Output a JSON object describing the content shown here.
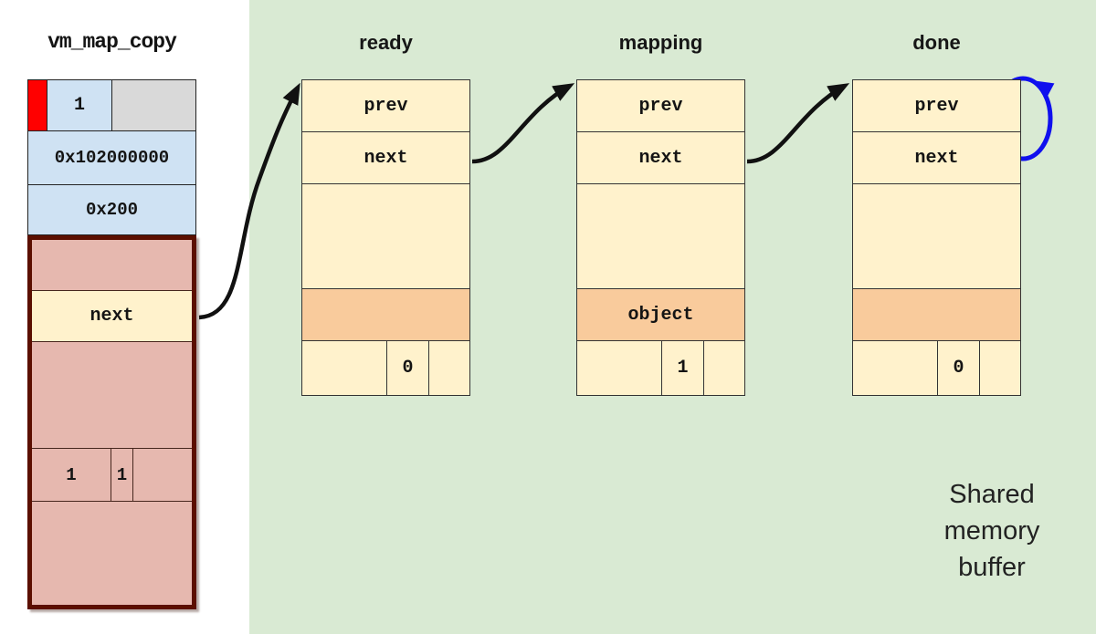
{
  "colors": {
    "panel_green": "#D9EAD3",
    "cell_yellow": "#FFF2CC",
    "cell_orange": "#F9CB9C",
    "cell_blue": "#CFE2F3",
    "cell_gray": "#D9D9D9",
    "cell_pink": "#E6B8AF",
    "flag_red": "#FF0000",
    "dark_border": "#5B0F00",
    "loop_blue": "#1010EE",
    "arrow_black": "#111111"
  },
  "vm_map_copy": {
    "title": "vm_map_copy",
    "type_value": "1",
    "address_value": "0x102000000",
    "size_value": "0x200",
    "next_label": "next",
    "flag_a": "1",
    "flag_b": "1"
  },
  "nodes": [
    {
      "title": "ready",
      "prev_label": "prev",
      "next_label": "next",
      "object_label": "",
      "ref_value": "0"
    },
    {
      "title": "mapping",
      "prev_label": "prev",
      "next_label": "next",
      "object_label": "object",
      "ref_value": "1"
    },
    {
      "title": "done",
      "prev_label": "prev",
      "next_label": "next",
      "object_label": "",
      "ref_value": "0"
    }
  ],
  "annotation": {
    "line1": "Shared",
    "line2": "memory",
    "line3": "buffer"
  }
}
